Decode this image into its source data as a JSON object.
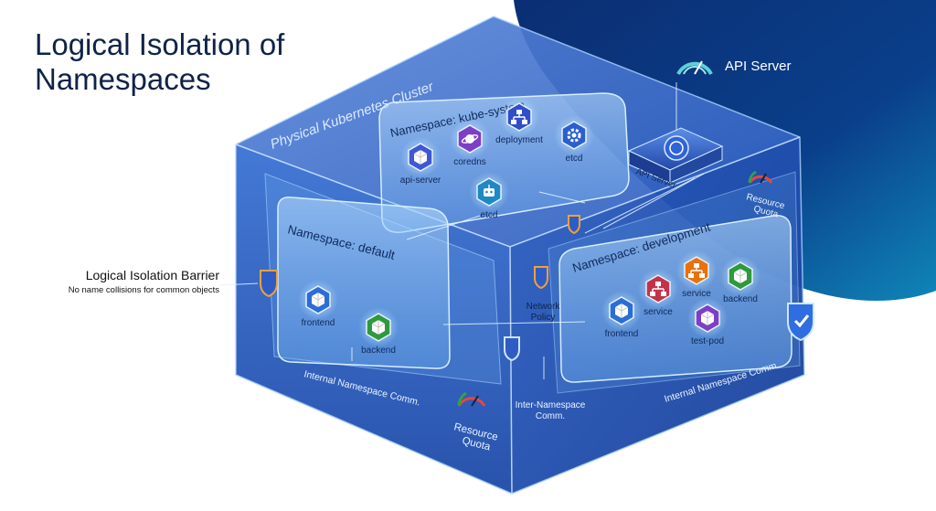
{
  "title_line1": "Logical Isolation of",
  "title_line2": "Namespaces",
  "cluster_label": "Physical Kubernetes Cluster",
  "api_server": {
    "label": "API Server",
    "box_label": "API Server",
    "icon": "gauge-icon"
  },
  "barrier": {
    "title": "Logical Isolation Barrier",
    "subtitle": "No name collisions for common objects",
    "icon": "shield-icon"
  },
  "namespaces": {
    "kube_system": {
      "label": "Namespace: kube-system",
      "items": [
        {
          "label": "api-server",
          "icon": "box-icon",
          "color": "#3d57d6"
        },
        {
          "label": "coredns",
          "icon": "planet-icon",
          "color": "#7c3fc6"
        },
        {
          "label": "deployment",
          "icon": "hierarchy-icon",
          "color": "#2f4fc9"
        },
        {
          "label": "etcd",
          "icon": "gear-icon",
          "color": "#2b5fd1"
        },
        {
          "label": "etcd",
          "icon": "robot-icon",
          "color": "#1e88c9"
        }
      ]
    },
    "default": {
      "label": "Namespace: default",
      "items": [
        {
          "label": "frontend",
          "icon": "box-icon",
          "color": "#2c6cd6"
        },
        {
          "label": "backend",
          "icon": "box-icon",
          "color": "#2e9a3c"
        }
      ],
      "comm_label": "Internal Namespace Comm.",
      "quota_label_1": "Resource",
      "quota_label_2": "Quota"
    },
    "development": {
      "label": "Namespace: development",
      "items": [
        {
          "label": "service",
          "icon": "hierarchy-icon",
          "color": "#e8720c"
        },
        {
          "label": "backend",
          "icon": "box-icon",
          "color": "#2e9a3c"
        },
        {
          "label": "service",
          "icon": "hierarchy-icon",
          "color": "#c2334a"
        },
        {
          "label": "frontend",
          "icon": "box-icon",
          "color": "#2c6cd6"
        },
        {
          "label": "test-pod",
          "icon": "box-icon",
          "color": "#7c3fc6"
        }
      ],
      "comm_label": "Internal Namespace Comm.",
      "quota_label_1": "Resource",
      "quota_label_2": "Quota"
    }
  },
  "network_policy_1": "Network",
  "network_policy_2": "Policy",
  "inter_ns_1": "Inter-Namespace",
  "inter_ns_2": "Comm."
}
